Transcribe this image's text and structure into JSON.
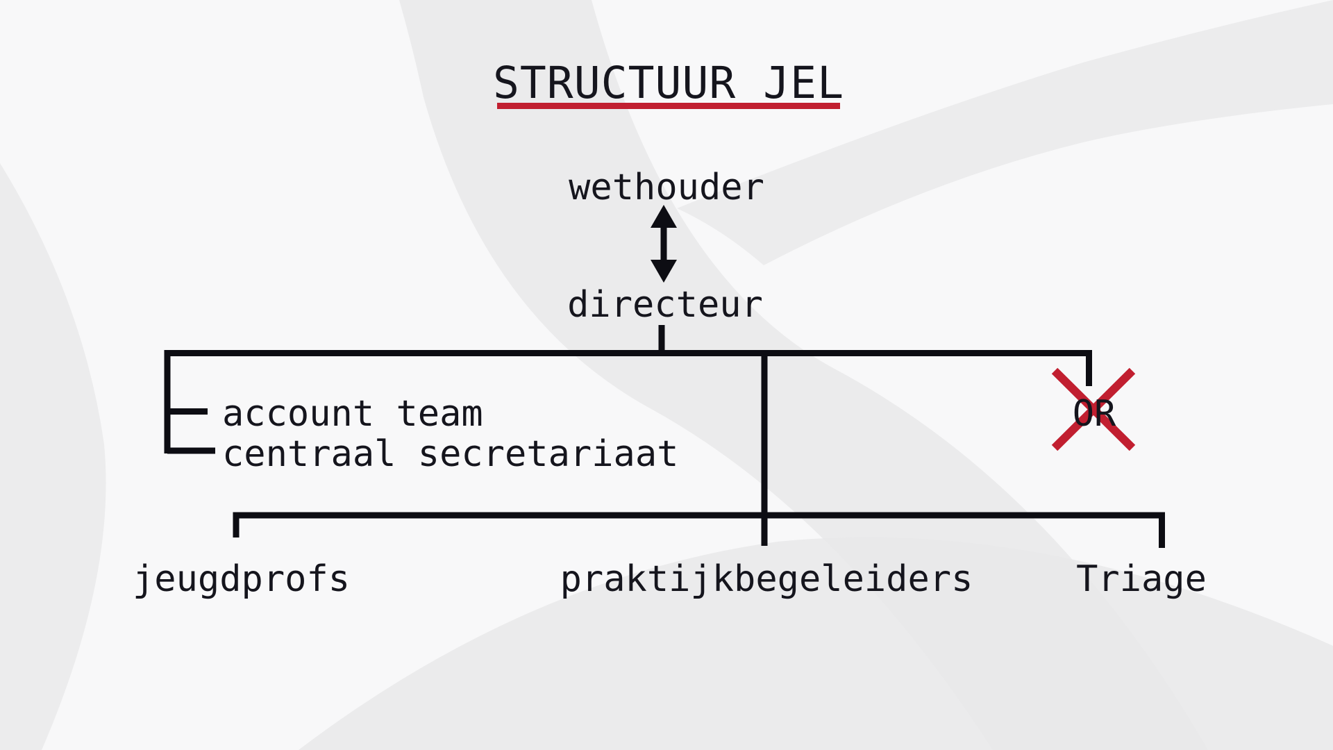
{
  "slide": {
    "title": "STRUCTUUR JEL"
  },
  "org": {
    "top": "wethouder",
    "director": "directeur",
    "staff_units": [
      "account team",
      "centraal secretariaat"
    ],
    "crossed_out_unit": "OR",
    "teams": [
      "jeugdprofs",
      "praktijkbegeleiders",
      "Triage"
    ]
  },
  "colors": {
    "text": "#15151d",
    "line": "#0d0d13",
    "accent_red": "#c11f30",
    "background": "#f8f8f9",
    "watermark": "#e9e9ea"
  }
}
